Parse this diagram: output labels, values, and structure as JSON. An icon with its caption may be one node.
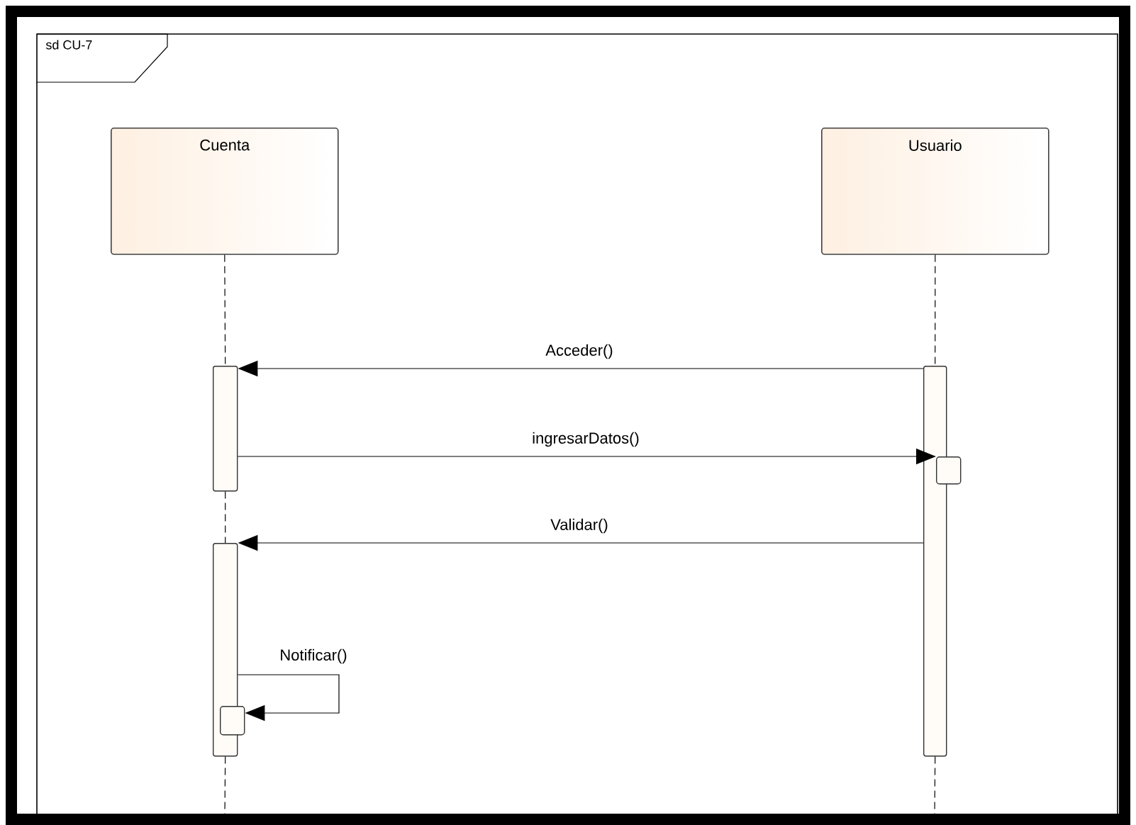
{
  "diagram": {
    "nodes": [
      {
        "text": [
          "sd CU-7"
        ]
      },
      {
        "text": [
          "Cuenta"
        ],
        "in": 0
      },
      {
        "text": [
          "Usuario"
        ],
        "in": 0
      },
      {
        "text": [],
        "shape": "bar",
        "in": 0
      },
      {
        "text": [],
        "shape": "bar",
        "in": 0
      },
      {
        "text": [],
        "shape": "box",
        "in": 0
      },
      {
        "text": [],
        "shape": "bar",
        "in": 0
      },
      {
        "text": [],
        "shape": "box",
        "in": 0
      }
    ],
    "edges": [
      {
        "from": 1,
        "to": 3,
        "arrow": "none",
        "style": "dashed"
      },
      {
        "from": 3,
        "to": 6,
        "arrow": "none",
        "style": "dashed"
      },
      {
        "from": 2,
        "to": 4,
        "arrow": "none",
        "style": "dashed"
      },
      {
        "from": 4,
        "to": 3,
        "arrow": "to",
        "label": "Acceder()"
      },
      {
        "from": 3,
        "to": 5,
        "arrow": "to",
        "label": "ingresarDatos()"
      },
      {
        "from": 4,
        "to": 6,
        "arrow": "to",
        "label": "Validar()"
      },
      {
        "from": 6,
        "to": 7,
        "arrow": "to",
        "label": "Notificar()"
      }
    ]
  }
}
